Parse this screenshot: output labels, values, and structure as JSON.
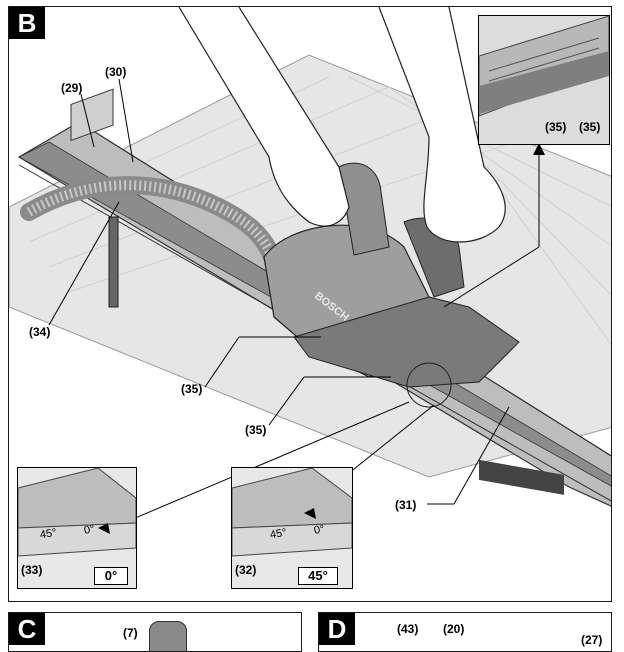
{
  "panel_b": {
    "letter": "B",
    "callouts": {
      "c29": "(29)",
      "c30": "(30)",
      "c34": "(34)",
      "c35a": "(35)",
      "c35b": "(35)",
      "c31": "(31)",
      "c33": "(33)",
      "c32": "(32)",
      "inset_35a": "(35)",
      "inset_35b": "(35)"
    },
    "brand_text": "BOSCH",
    "scale_marks": {
      "left_45": "45°",
      "left_0": "0°",
      "right_45": "45°",
      "right_0": "0°"
    },
    "angle_boxes": {
      "zero": "0°",
      "fortyfive": "45°"
    }
  },
  "panel_c": {
    "letter": "C",
    "callouts": {
      "c7": "(7)"
    }
  },
  "panel_d": {
    "letter": "D",
    "callouts": {
      "c43": "(43)",
      "c20": "(20)",
      "c27": "(27)"
    }
  }
}
